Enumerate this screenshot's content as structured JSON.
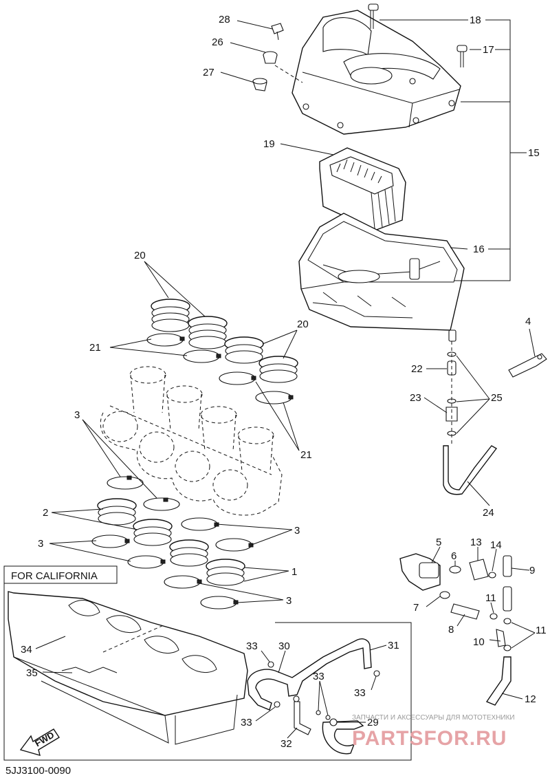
{
  "callouts": {
    "n1": "1",
    "n2": "2",
    "n3": "3",
    "n4": "4",
    "n5": "5",
    "n6": "6",
    "n7": "7",
    "n8": "8",
    "n9": "9",
    "n10": "10",
    "n11": "11",
    "n12": "12",
    "n13": "13",
    "n14": "14",
    "n15": "15",
    "n16": "16",
    "n17": "17",
    "n18": "18",
    "n19": "19",
    "n20": "20",
    "n21": "21",
    "n22": "22",
    "n23": "23",
    "n24": "24",
    "n25": "25",
    "n26": "26",
    "n27": "27",
    "n28": "28",
    "n29": "29",
    "n30": "30",
    "n31": "31",
    "n32": "32",
    "n33": "33",
    "n34": "34",
    "n35": "35"
  },
  "inset_title": "FOR CALIFORNIA",
  "fwd_label": "FWD",
  "drawing_code": "5JJ3100-0090",
  "watermark": {
    "tagline": "ЗАПЧАСТИ И АКСЕССУАРЫ ДЛЯ МОТОТЕХНИКИ",
    "brand": "PARTSFOR.RU"
  }
}
